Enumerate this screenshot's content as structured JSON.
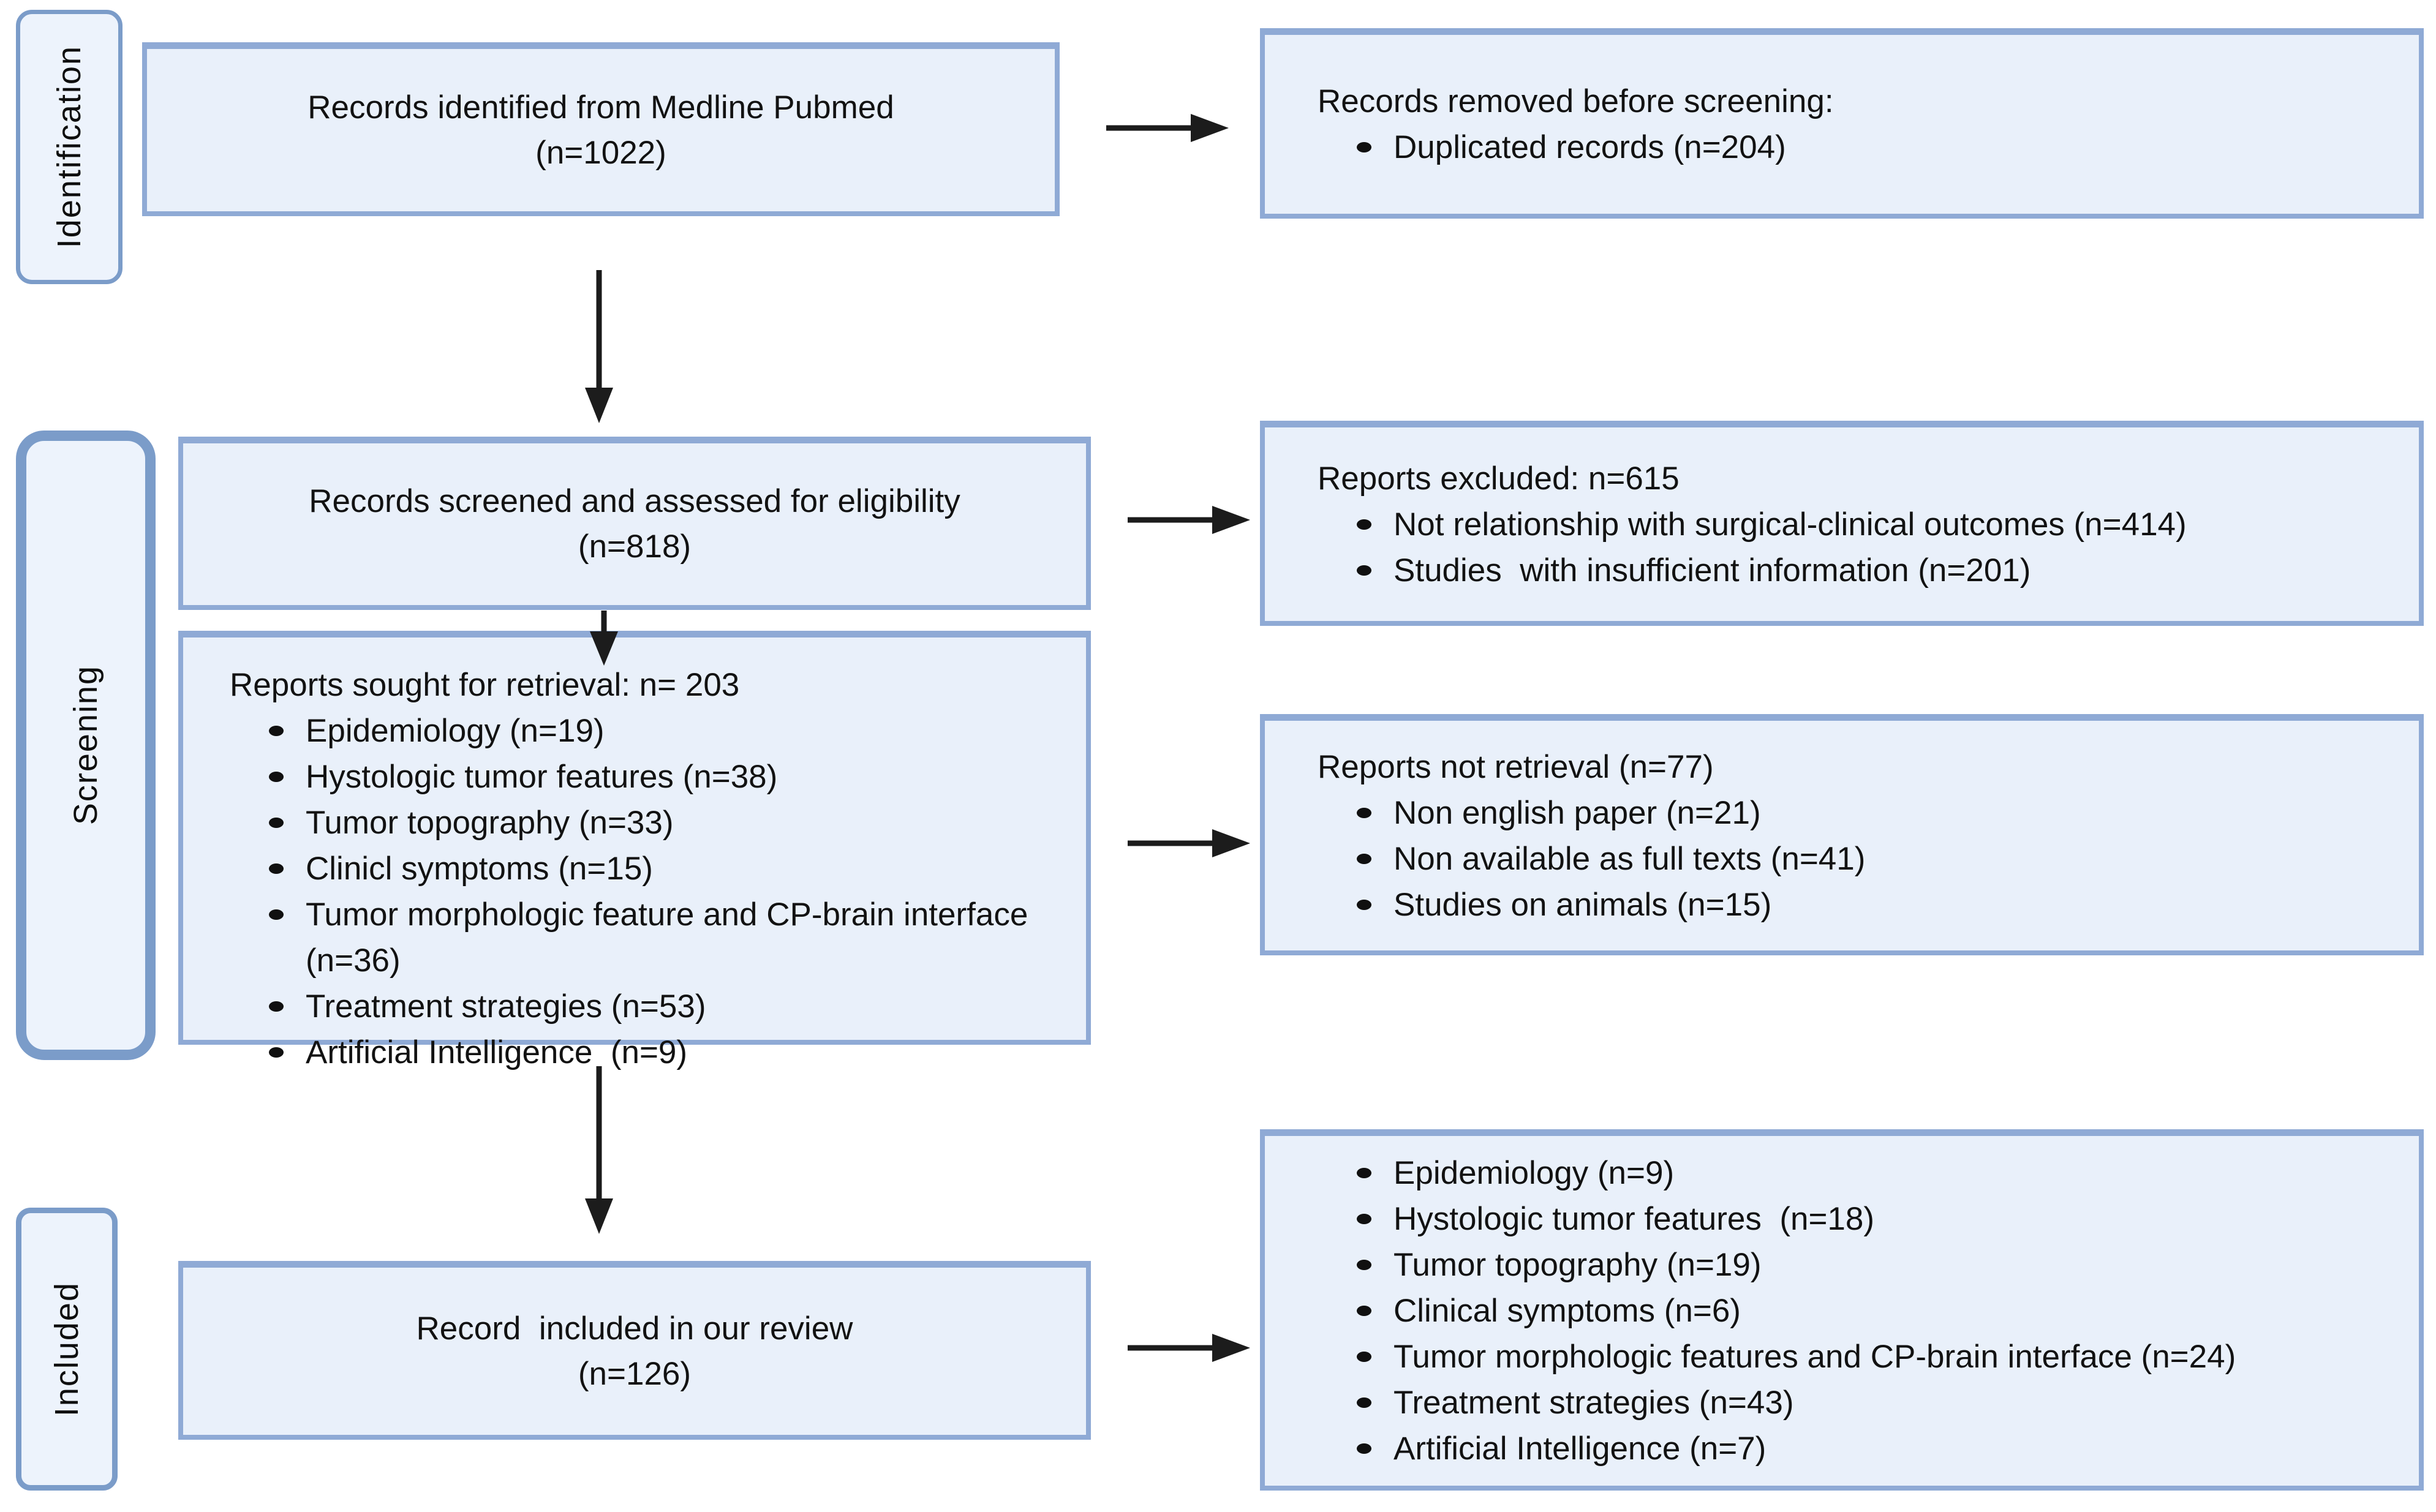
{
  "diagram": {
    "title": "PRISMA flow diagram of study selection",
    "stages": [
      {
        "label": "Identification"
      },
      {
        "label": "Screening"
      },
      {
        "label": "Included"
      }
    ],
    "boxes": {
      "identified": {
        "lines": [
          "Records identified from Medline Pubmed",
          "(n=1022)"
        ]
      },
      "removed": {
        "title": "Records removed before screening:",
        "bullets": [
          "Duplicated records (n=204)"
        ]
      },
      "screened": {
        "lines": [
          "Records screened and assessed for eligibility",
          "(n=818)"
        ]
      },
      "excluded": {
        "title": "Reports excluded: n=615",
        "bullets": [
          "Not relationship with surgical-clinical outcomes (n=414)",
          "Studies  with insufficient information (n=201)"
        ]
      },
      "sought": {
        "title": "Reports sought for retrieval: n= 203",
        "bullets": [
          "Epidemiology (n=19)",
          "Hystologic tumor features (n=38)",
          "Tumor topography (n=33)",
          "Clinicl symptoms (n=15)",
          "Tumor morphologic feature and CP-brain interface (n=36)",
          "Treatment strategies (n=53)",
          "Artificial Intelligence  (n=9)"
        ]
      },
      "not_retrieved": {
        "title": "Reports not retrieval (n=77)",
        "bullets": [
          "Non english paper (n=21)",
          "Non available as full texts (n=41)",
          "Studies on animals (n=15)"
        ]
      },
      "included_review": {
        "lines": [
          "Record  included in our review",
          "(n=126)"
        ]
      },
      "included_detail": {
        "bullets": [
          "Epidemiology (n=9)",
          "Hystologic tumor features  (n=18)",
          "Tumor topography (n=19)",
          "Clinical symptoms (n=6)",
          "Tumor morphologic features and CP-brain interface (n=24)",
          "Treatment strategies (n=43)",
          "Artificial Intelligence (n=7)"
        ]
      }
    },
    "colors": {
      "box_fill": "#e9f0fa",
      "box_border": "#8faad5",
      "stage_fill": "#edf3fc",
      "stage_border": "#7b9cc9",
      "arrow": "#1c1c1c",
      "text": "#121212"
    }
  }
}
